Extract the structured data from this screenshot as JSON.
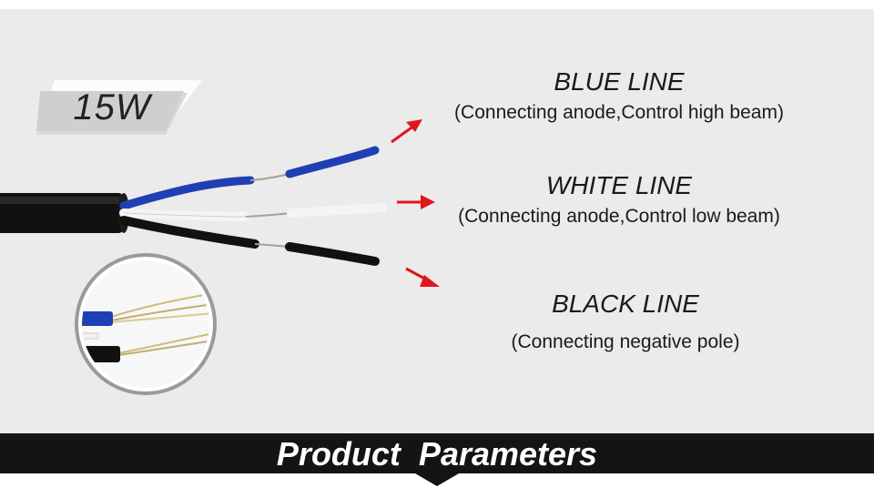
{
  "badge": {
    "text": "15W"
  },
  "labels": {
    "blue": {
      "title": "BLUE LINE",
      "subtitle": "(Connecting anode,Control high beam)"
    },
    "white": {
      "title": "WHITE LINE",
      "subtitle": "(Connecting anode,Control low beam)"
    },
    "black": {
      "title": "BLACK LINE",
      "subtitle": "(Connecting negative pole)"
    }
  },
  "footer": {
    "title": "Product  Parameters"
  },
  "colors": {
    "background": "#ebebeb",
    "footer": "#141414",
    "arrow": "#e0161b",
    "wire_blue": "#1f3fb5",
    "wire_white": "#f4f4f4",
    "wire_black": "#111111"
  }
}
